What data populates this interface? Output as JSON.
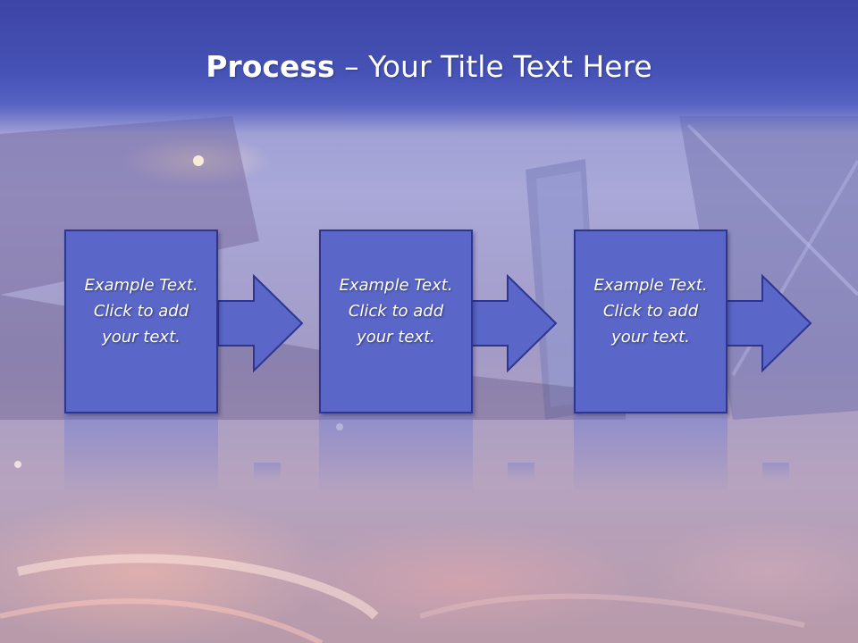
{
  "slide": {
    "title_bold": "Process",
    "title_rest": " – Your Title Text Here"
  },
  "steps": [
    {
      "text": "Example Text.\nClick  to add\nyour text."
    },
    {
      "text": "Example Text.\nClick  to add\nyour text."
    },
    {
      "text": "Example Text.\nClick  to add\nyour text."
    }
  ],
  "colors": {
    "header": "#4652b6",
    "box_fill": "#5a66c8",
    "box_border": "#2d3590",
    "text": "#ffffff"
  }
}
